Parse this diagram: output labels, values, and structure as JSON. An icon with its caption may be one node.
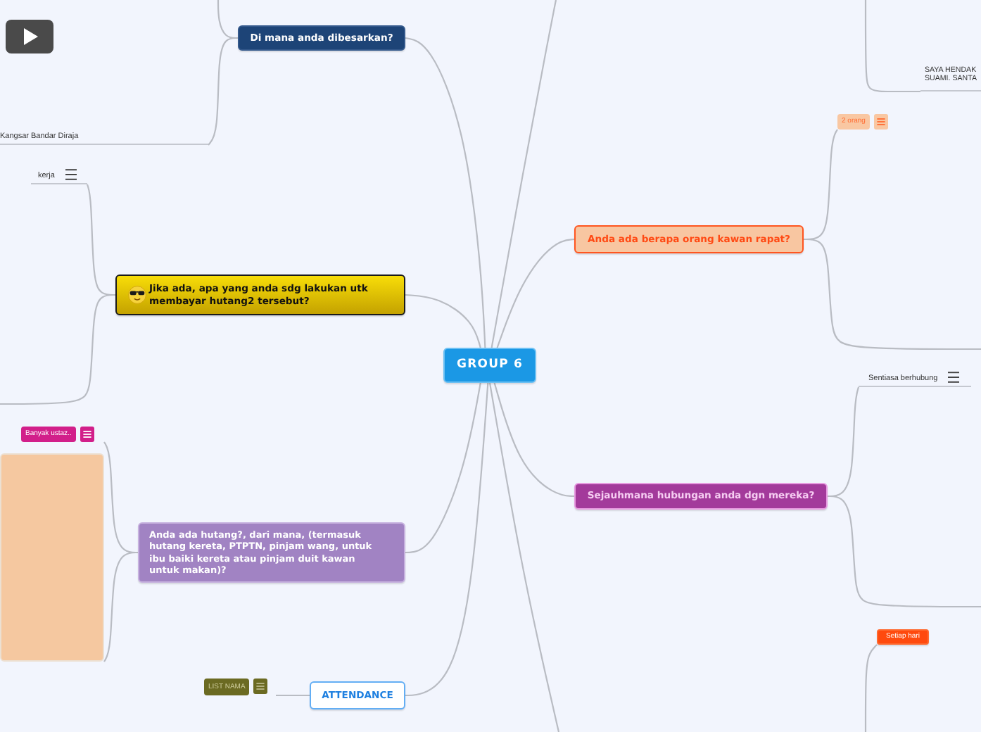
{
  "diagram": {
    "nodes": [
      {
        "text": [
          "GROUP 6"
        ]
      },
      {
        "text": [
          "Di mana anda dibesarkan?"
        ]
      },
      {
        "text": [
          "Kangsar Bandar Diraja"
        ]
      },
      {
        "text": [
          "Jika ada, apa yang anda sdg lakukan utk membayar hutang2 tersebut?"
        ]
      },
      {
        "text": [
          "kerja"
        ]
      },
      {
        "text": [
          "Anda ada hutang?, dari mana, (termasuk hutang kereta, PTPTN, pinjam wang, untuk ibu baiki kereta atau pinjam duit kawan untuk makan)?"
        ]
      },
      {
        "text": [
          "Banyak ustaz.."
        ]
      },
      {
        "text": [],
        "shape": "box"
      },
      {
        "text": [
          "ATTENDANCE"
        ]
      },
      {
        "text": [
          "LIST NAMA"
        ]
      },
      {
        "text": [
          "SAYA HENDAK SUAMI. SANTA"
        ]
      },
      {
        "text": [
          "Anda ada berapa orang kawan rapat?"
        ]
      },
      {
        "text": [
          "2 orang"
        ]
      },
      {
        "text": [
          "Sejauhmana hubungan anda dgn mereka?"
        ]
      },
      {
        "text": [
          "Sentiasa berhubung"
        ]
      },
      {
        "text": [
          "Setiap hari"
        ]
      }
    ],
    "edges": [
      {
        "from": 0,
        "to": 1,
        "arrow": "none"
      },
      {
        "from": 0,
        "to": 3,
        "arrow": "none"
      },
      {
        "from": 0,
        "to": 5,
        "arrow": "none"
      },
      {
        "from": 0,
        "to": 8,
        "arrow": "none"
      },
      {
        "from": 0,
        "to": null,
        "arrow": "none"
      },
      {
        "from": 0,
        "to": 11,
        "arrow": "none"
      },
      {
        "from": 0,
        "to": 13,
        "arrow": "none"
      },
      {
        "from": 0,
        "to": null,
        "arrow": "none"
      },
      {
        "from": 1,
        "to": 2,
        "arrow": "none"
      },
      {
        "from": 1,
        "to": null,
        "arrow": "none"
      },
      {
        "from": 3,
        "to": 4,
        "arrow": "none"
      },
      {
        "from": 3,
        "to": null,
        "arrow": "none"
      },
      {
        "from": 5,
        "to": 6,
        "arrow": "none"
      },
      {
        "from": 5,
        "to": 7,
        "arrow": "none"
      },
      {
        "from": 8,
        "to": 9,
        "arrow": "none"
      },
      {
        "from": null,
        "to": 10,
        "arrow": "none"
      },
      {
        "from": 11,
        "to": 12,
        "arrow": "none"
      },
      {
        "from": 11,
        "to": null,
        "arrow": "none"
      },
      {
        "from": 13,
        "to": 14,
        "arrow": "none"
      },
      {
        "from": 13,
        "to": null,
        "arrow": "none"
      },
      {
        "from": null,
        "to": 15,
        "arrow": "none"
      }
    ]
  }
}
